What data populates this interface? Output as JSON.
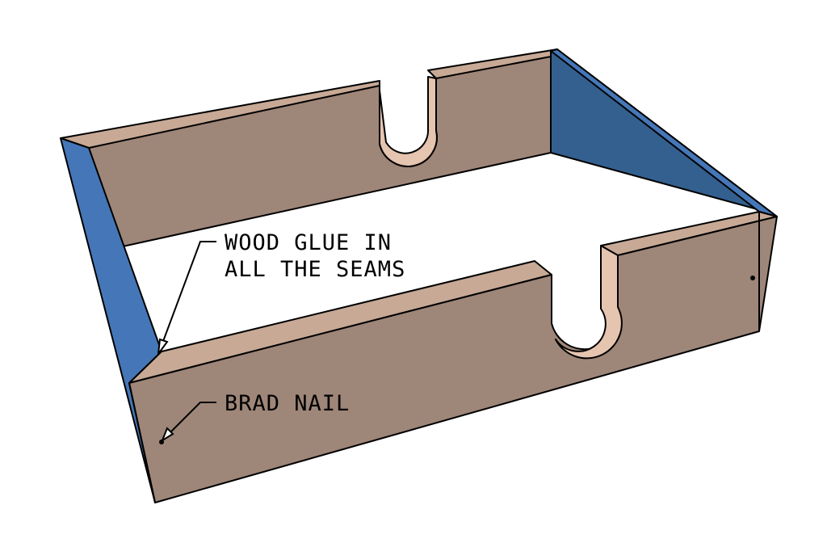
{
  "colors": {
    "wood_face": "#9E8679",
    "wood_top": "#C7A995",
    "end_blue": "#4577B8",
    "end_blue_dark": "#34608F",
    "notch_inside": "#E5C4B0",
    "outline": "#000000"
  },
  "annotations": {
    "glue_line1": "WOOD GLUE IN",
    "glue_line2": "ALL THE SEAMS",
    "brad_nail": "BRAD NAIL"
  }
}
